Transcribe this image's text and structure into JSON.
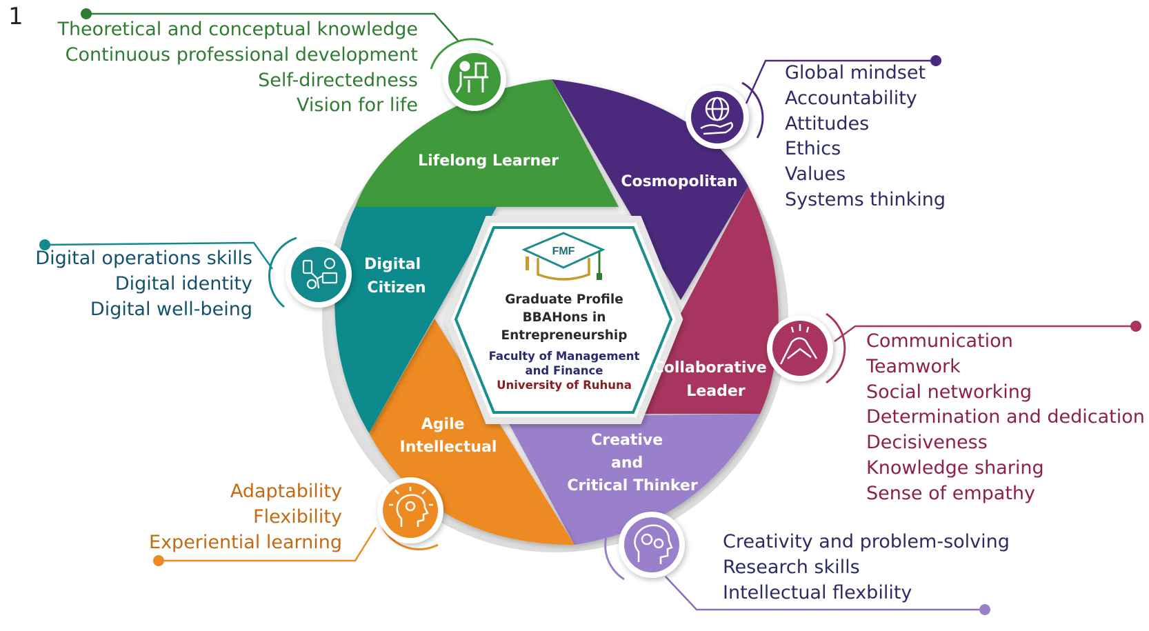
{
  "figure_number": "1",
  "center": {
    "logo_text": "FMF",
    "title_line1": "Graduate Profile",
    "title_line2": "BBAHons in Entrepreneurship",
    "faculty_line1": "Faculty of Management",
    "faculty_line2": "and Finance",
    "university": "University of Ruhuna"
  },
  "segments": [
    {
      "id": "lifelong",
      "lines": [
        "Lifelong Learner"
      ],
      "color": "#3f9a3a",
      "icon": "student-desk-icon",
      "items": [
        "Theoretical and conceptual knowledge",
        "Continuous professional development",
        "Self-directedness",
        "Vision for life"
      ],
      "text_color": "#2e7d32"
    },
    {
      "id": "cosmopolitan",
      "lines": [
        "Cosmopolitan"
      ],
      "color": "#4b2a7d",
      "icon": "globe-hand-icon",
      "items": [
        "Global mindset",
        "Accountability",
        "Attitudes",
        "Ethics",
        "Values",
        "Systems thinking"
      ],
      "text_color": "#2c2b66"
    },
    {
      "id": "collaborative",
      "lines": [
        "Collaborative",
        "Leader"
      ],
      "color": "#a8345f",
      "icon": "handshake-icon",
      "items": [
        "Communication",
        "Teamwork",
        "Social networking",
        "Determination and dedication",
        "Decisiveness",
        "Knowledge sharing",
        "Sense of empathy"
      ],
      "text_color": "#8e1f4c"
    },
    {
      "id": "creative",
      "lines": [
        "Creative",
        "and",
        "Critical Thinker"
      ],
      "color": "#9a7fca",
      "icon": "gears-head-icon",
      "items": [
        "Creativity and problem-solving",
        "Research skills",
        "Intellectual flexbility"
      ],
      "text_color": "#2c2b66"
    },
    {
      "id": "agile",
      "lines": [
        "Agile",
        "Intellectual"
      ],
      "color": "#ee8a22",
      "icon": "brain-head-icon",
      "items": [
        "Adaptability",
        "Flexibility",
        "Experiential learning"
      ],
      "text_color": "#c46a12"
    },
    {
      "id": "digital",
      "lines": [
        "Digital",
        "Citizen"
      ],
      "color": "#108a8c",
      "icon": "digital-devices-icon",
      "items": [
        "Digital operations skills",
        "Digital identity",
        "Digital well-being"
      ],
      "text_color": "#13506b"
    }
  ]
}
